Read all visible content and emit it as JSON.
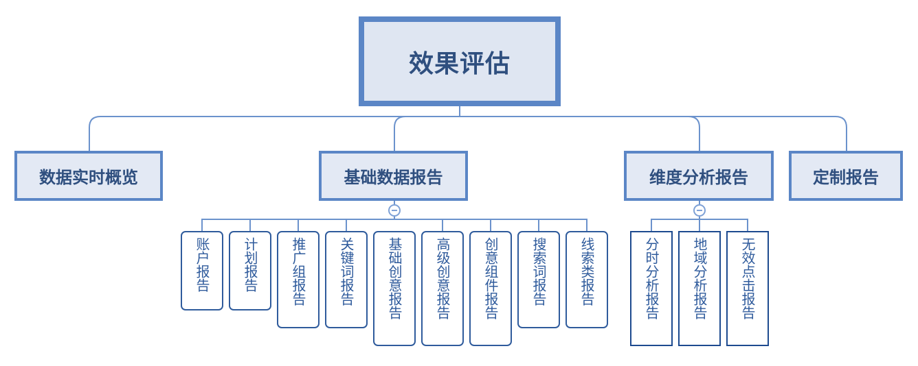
{
  "root": {
    "label": "效果评估"
  },
  "level1": [
    {
      "label": "数据实时概览"
    },
    {
      "label": "基础数据报告"
    },
    {
      "label": "维度分析报告"
    },
    {
      "label": "定制报告"
    }
  ],
  "basic_reports": [
    "账户报告",
    "计划报告",
    "推广组报告",
    "关键词报告",
    "基础创意报告",
    "高级创意报告",
    "创意组件报告",
    "搜索词报告",
    "线索类报告"
  ],
  "dimension_reports": [
    "分时分析报告",
    "地域分析报告",
    "无效点击报告"
  ],
  "colors": {
    "line": "#5b86c6",
    "node_fill": "#e3e9f4",
    "root_fill": "#dfe6f2",
    "text": "#2f4f7f",
    "leaf_text": "#2f5b9c"
  },
  "icons": {
    "collapse": "collapse-minus-icon"
  }
}
